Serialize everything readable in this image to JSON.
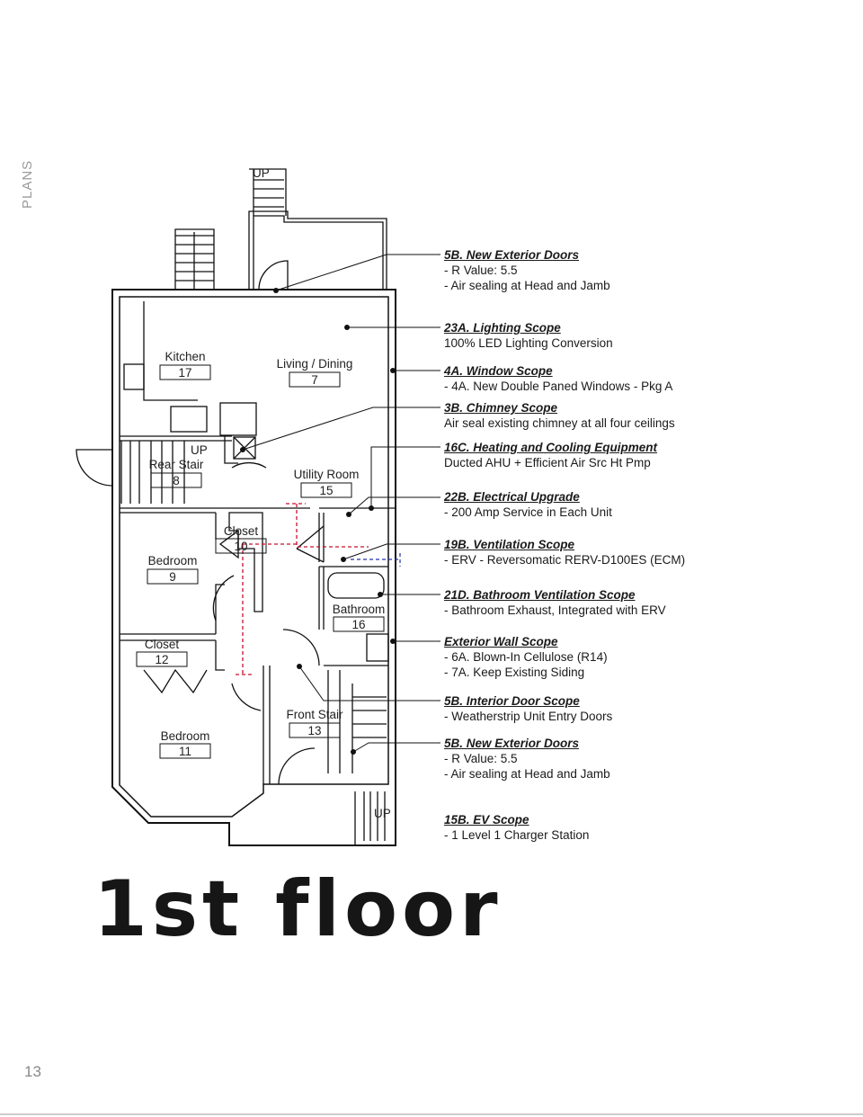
{
  "side_label": "PLANS",
  "page_number": "13",
  "title": "1st floor",
  "plan": {
    "rooms": [
      {
        "name": "Kitchen",
        "number": "17"
      },
      {
        "name": "Living / Dining",
        "number": "7"
      },
      {
        "name": "Rear Stair",
        "number": "8"
      },
      {
        "name": "Utility Room",
        "number": "15"
      },
      {
        "name": "Closet",
        "number": "10"
      },
      {
        "name": "Bedroom",
        "number": "9"
      },
      {
        "name": "Bathroom",
        "number": "16"
      },
      {
        "name": "Closet",
        "number": "12"
      },
      {
        "name": "Front Stair",
        "number": "13"
      },
      {
        "name": "Bedroom",
        "number": "11"
      }
    ],
    "up_labels": [
      "UP",
      "UP",
      "UP"
    ]
  },
  "annotations": [
    {
      "heading": "5B. New Exterior Doors",
      "lines": [
        "- R Value: 5.5",
        "- Air sealing at Head and Jamb"
      ]
    },
    {
      "heading": "23A. Lighting Scope",
      "lines": [
        "100% LED Lighting Conversion"
      ]
    },
    {
      "heading": "4A. Window Scope",
      "lines": [
        "- 4A. New Double Paned Windows - Pkg A"
      ]
    },
    {
      "heading": "3B. Chimney Scope",
      "lines": [
        "Air seal existing chimney at all four ceilings"
      ]
    },
    {
      "heading": "16C. Heating and Cooling Equipment",
      "lines": [
        "Ducted AHU + Efficient Air Src Ht Pmp"
      ]
    },
    {
      "heading": "22B. Electrical Upgrade",
      "lines": [
        "- 200 Amp Service in Each Unit"
      ]
    },
    {
      "heading": "19B. Ventilation Scope",
      "lines": [
        "- ERV - Reversomatic RERV-D100ES (ECM)"
      ]
    },
    {
      "heading": "21D. Bathroom Ventilation Scope",
      "lines": [
        "- Bathroom Exhaust, Integrated with ERV"
      ]
    },
    {
      "heading": "Exterior Wall Scope",
      "lines": [
        "- 6A. Blown-In Cellulose (R14)",
        "- 7A. Keep Existing Siding"
      ]
    },
    {
      "heading": "5B. Interior Door Scope",
      "lines": [
        "- Weatherstrip Unit Entry Doors"
      ]
    },
    {
      "heading": "5B. New Exterior Doors",
      "lines": [
        "- R Value: 5.5",
        "- Air sealing at Head and Jamb"
      ]
    },
    {
      "heading": "15B. EV Scope",
      "lines": [
        "- 1 Level 1 Charger Station"
      ]
    }
  ]
}
